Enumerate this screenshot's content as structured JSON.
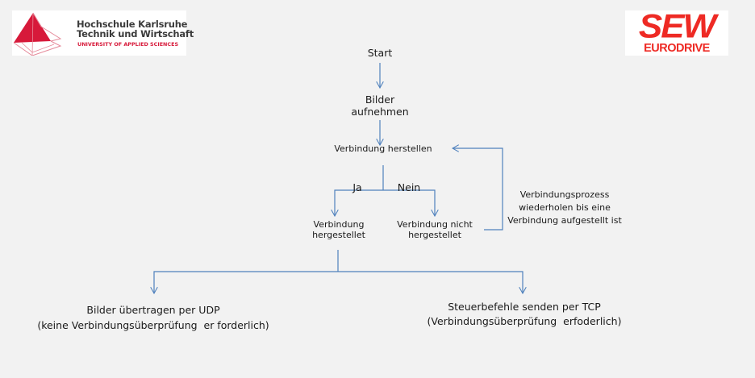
{
  "logos": {
    "left": {
      "line1": "Hochschule Karlsruhe",
      "line2": "Technik und Wirtschaft",
      "line3": "UNIVERSITY OF APPLIED SCIENCES",
      "brand_color": "#d7193a"
    },
    "right": {
      "line1": "SEW",
      "line2": "EURODRIVE",
      "brand_color": "#ee2a24"
    }
  },
  "flowchart": {
    "line_color": "#4f81bd",
    "nodes": {
      "start": "Start",
      "capture_line1": "Bilder",
      "capture_line2": "aufnehmen",
      "connect": "Verbindung herstellen",
      "yes_label": "Ja",
      "no_label": "Nein",
      "connected_line1": "Verbindung",
      "connected_line2": "hergestellet",
      "not_connected_line1": "Verbindung nicht",
      "not_connected_line2": "hergestellet",
      "retry_line1": "Verbindungsprozess",
      "retry_line2": "wiederholen bis eine",
      "retry_line3": "Verbindung aufgestellt ist",
      "udp_line1": "Bilder übertragen per UDP",
      "udp_line2": "(keine Verbindungsüberprüfung  er forderlich)",
      "tcp_line1": "Steuerbefehle senden per TCP",
      "tcp_line2": "(Verbindungsüberprüfung  erfoderlich)"
    }
  }
}
